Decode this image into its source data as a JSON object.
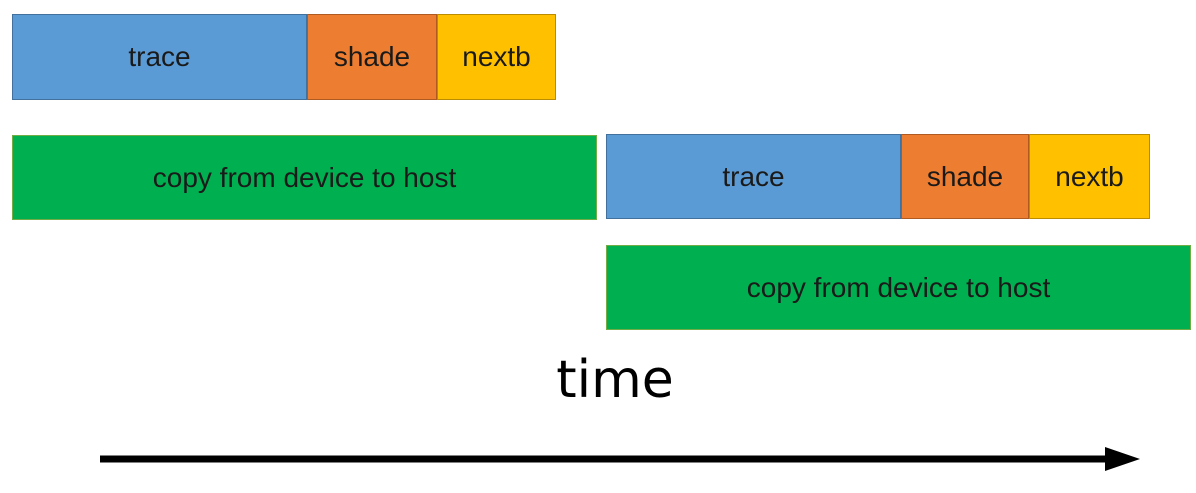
{
  "row1": {
    "trace": "trace",
    "shade": "shade",
    "nextb": "nextb"
  },
  "row2": {
    "copy": "copy from device to host",
    "trace": "trace",
    "shade": "shade",
    "nextb": "nextb"
  },
  "row3": {
    "copy": "copy from device to host"
  },
  "axis": {
    "label": "time"
  },
  "colors": {
    "trace": "#5b9bd5",
    "shade": "#ed7d31",
    "nextb": "#ffc000",
    "copy": "#00b050",
    "arrow": "#000000"
  }
}
